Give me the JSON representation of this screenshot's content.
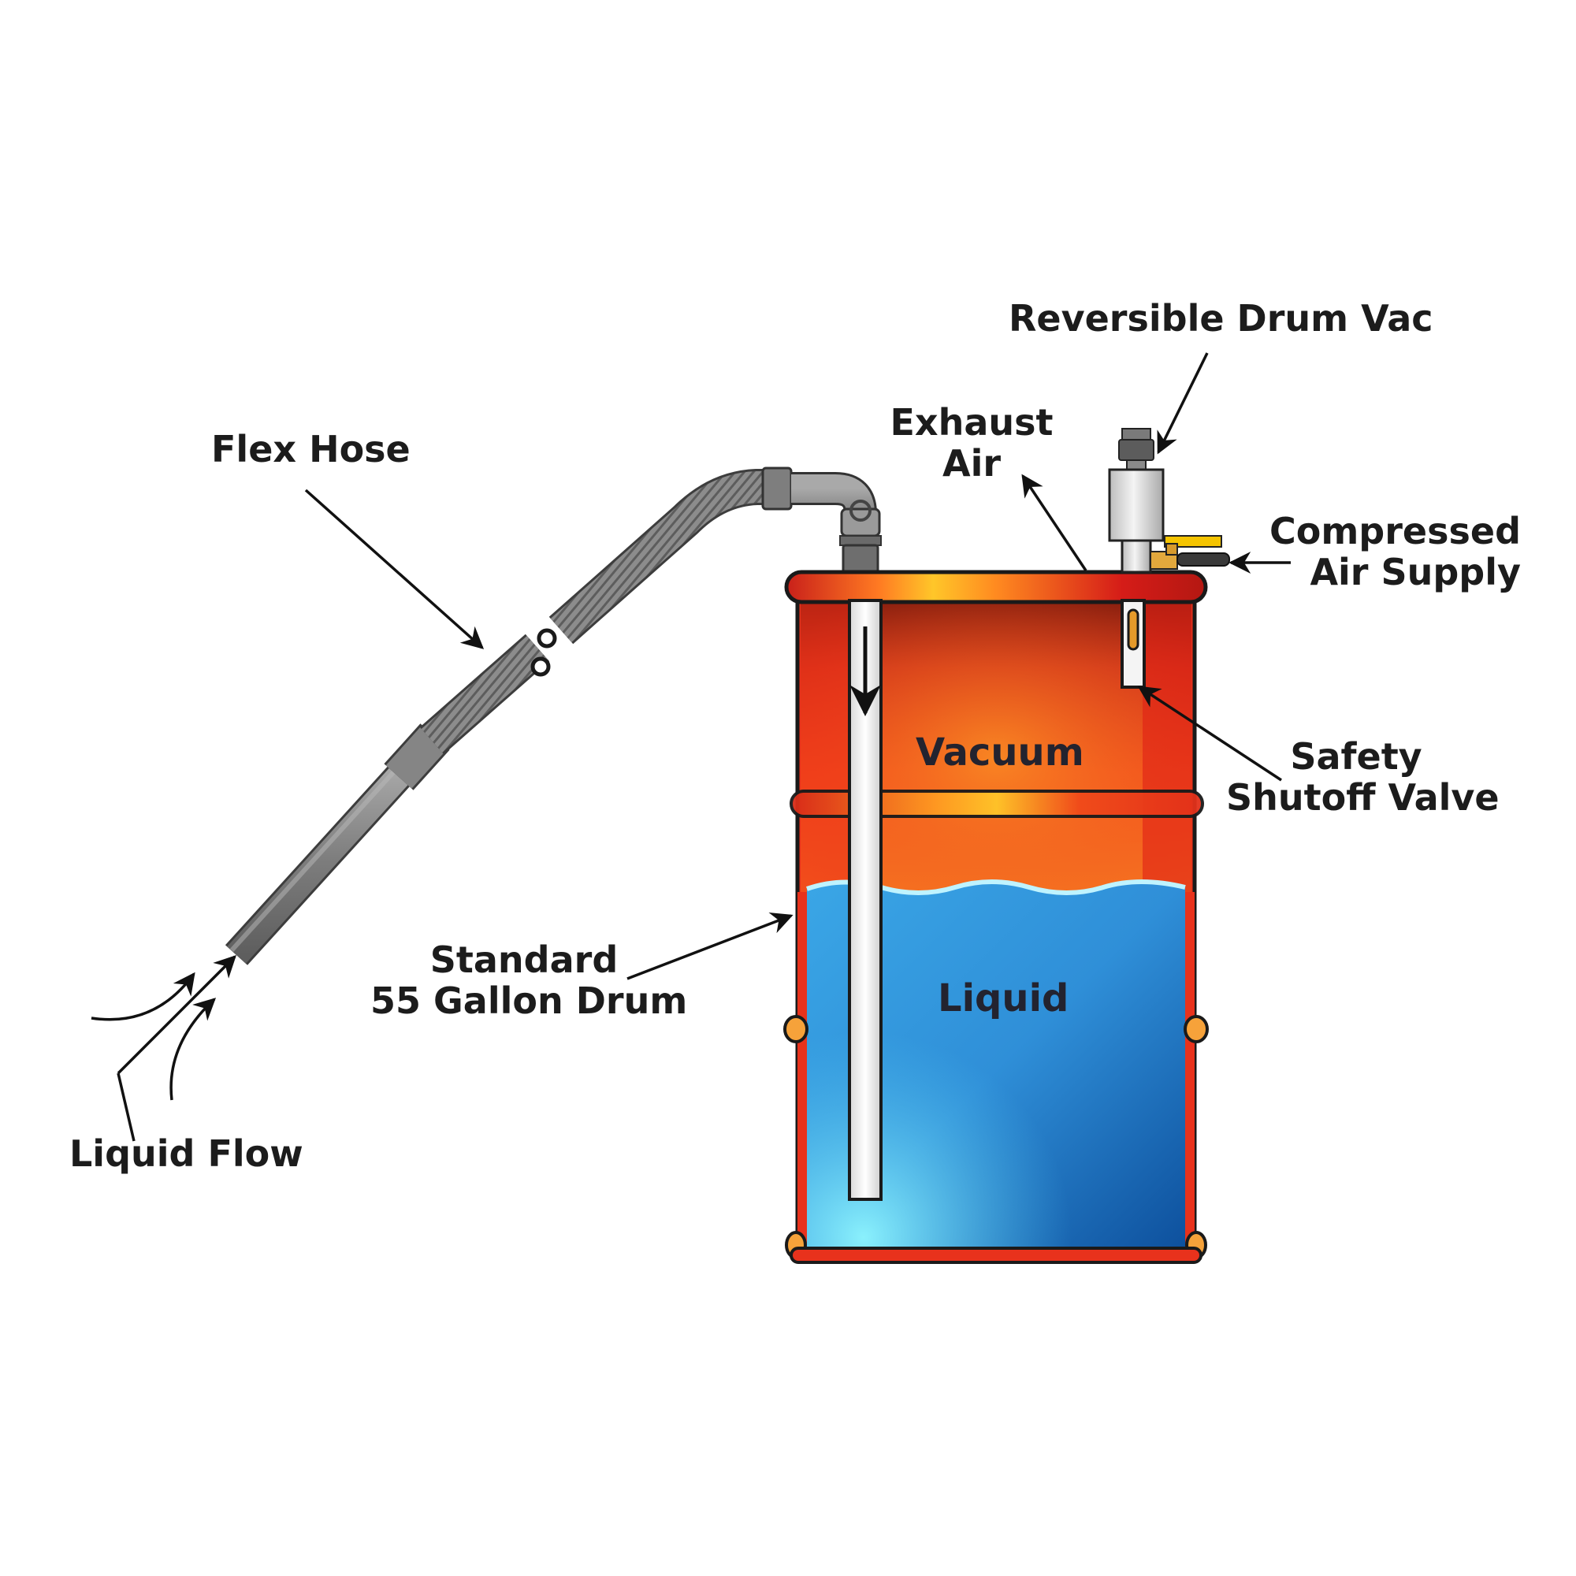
{
  "labels": {
    "reversible_drum_vac": "Reversible Drum Vac",
    "exhaust_air": [
      "Exhaust",
      "Air"
    ],
    "flex_hose": "Flex Hose",
    "compressed_air_supply": [
      "Compressed",
      "Air Supply"
    ],
    "vacuum": "Vacuum",
    "safety_shutoff_valve": [
      "Safety",
      "Shutoff Valve"
    ],
    "liquid": "Liquid",
    "standard_drum": [
      "Standard",
      "55 Gallon Drum"
    ],
    "liquid_flow": "Liquid Flow"
  },
  "icons": [
    "flex-hose",
    "drum-vac-pump",
    "ball-valve",
    "dip-tube",
    "drum",
    "pointer-arrow"
  ],
  "colors": {
    "drum_red": "#e8321c",
    "drum_orange": "#f98a23",
    "drum_rim_gold": "#ffc629",
    "liquid_blue": "#2f8fd8",
    "liquid_light": "#6ee6f4",
    "hose_gray": "#8b8b8b",
    "valve_yellow": "#f5c400",
    "text": "#1c1c1c"
  }
}
